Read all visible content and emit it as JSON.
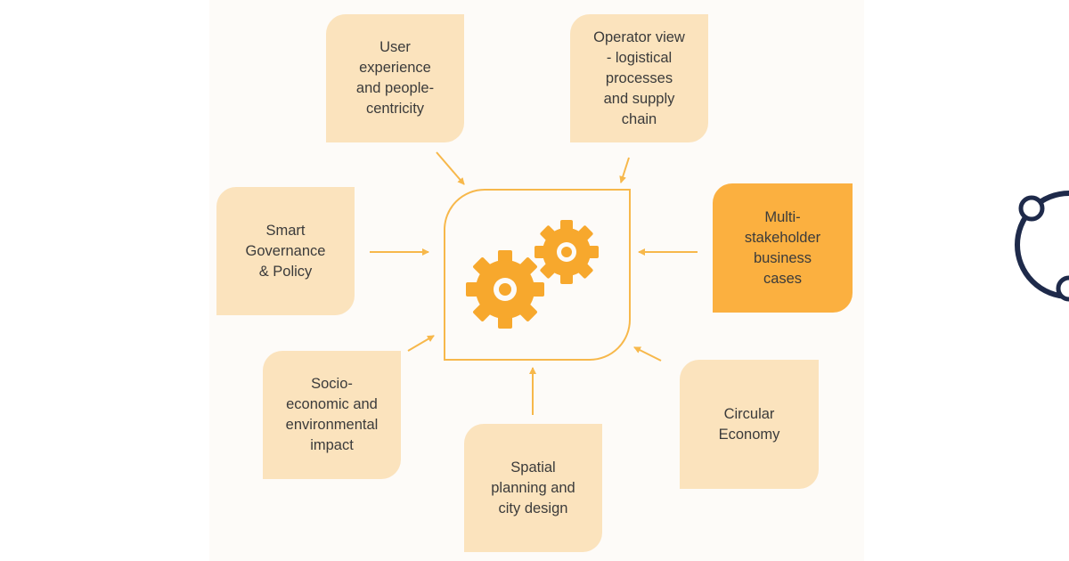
{
  "boxes": [
    {
      "id": "user-experience",
      "label": "User\nexperience\nand people-\ncentricity",
      "highlighted": false
    },
    {
      "id": "operator-view",
      "label": "Operator view\n- logistical\nprocesses\nand supply\nchain",
      "highlighted": false
    },
    {
      "id": "smart-governance",
      "label": "Smart\nGovernance\n& Policy",
      "highlighted": false
    },
    {
      "id": "multi-stakeholder",
      "label": "Multi-\nstakeholder\nbusiness\ncases",
      "highlighted": true
    },
    {
      "id": "socio-economic",
      "label": "Socio-\neconomic and\nenvironmental\nimpact",
      "highlighted": false
    },
    {
      "id": "circular-economy",
      "label": "Circular\nEconomy",
      "highlighted": false
    },
    {
      "id": "spatial-planning",
      "label": "Spatial\nplanning  and\ncity design",
      "highlighted": false
    }
  ],
  "center": {
    "icon": "gears-icon"
  },
  "colors": {
    "box_fill": "#fbe3bd",
    "box_highlight": "#fbb040",
    "accent": "#f7b84b",
    "text": "#3b3b3b",
    "logo": "#1e2a4a"
  },
  "logo": {
    "icon": "network-nodes-logo"
  }
}
